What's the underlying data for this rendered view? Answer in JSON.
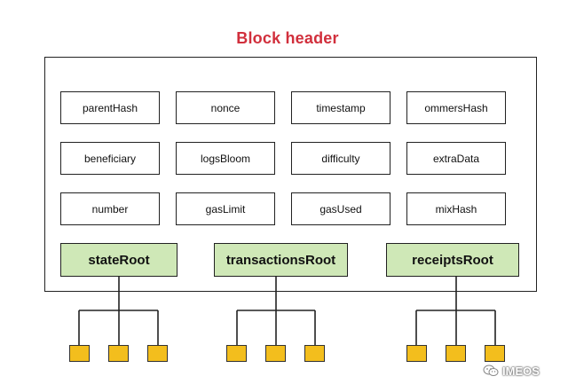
{
  "title": "Block header",
  "fields": [
    "parentHash",
    "nonce",
    "timestamp",
    "ommersHash",
    "beneficiary",
    "logsBloom",
    "difficulty",
    "extraData",
    "number",
    "gasLimit",
    "gasUsed",
    "mixHash"
  ],
  "roots": [
    "stateRoot",
    "transactionsRoot",
    "receiptsRoot"
  ],
  "watermark": "IMEOS",
  "colors": {
    "title": "#d12f3c",
    "root_fill": "#cfe8b7",
    "leaf_fill": "#f3be1d",
    "border": "#222222"
  }
}
